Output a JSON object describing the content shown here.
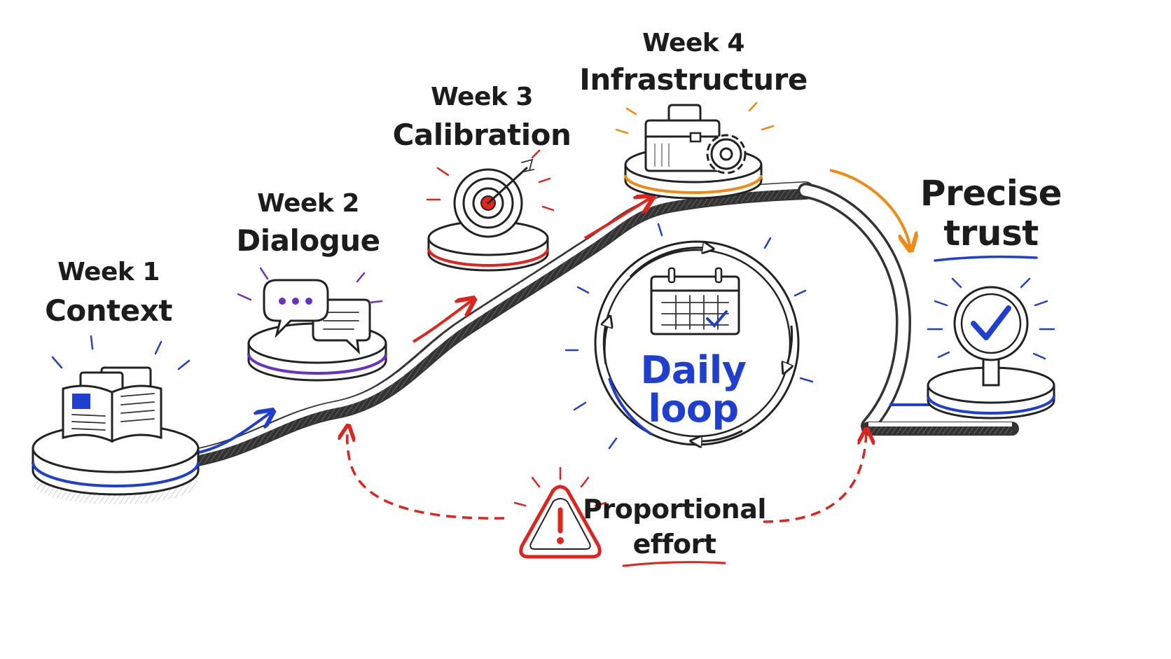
{
  "stages": [
    {
      "week": "Week 1",
      "name": "Context",
      "icon": "open-book-folder-icon",
      "accent": "#1f3fd1"
    },
    {
      "week": "Week 2",
      "name": "Dialogue",
      "icon": "speech-bubbles-icon",
      "accent": "#6a2fc4"
    },
    {
      "week": "Week 3",
      "name": "Calibration",
      "icon": "target-dart-icon",
      "accent": "#e0241c"
    },
    {
      "week": "Week 4",
      "name": "Infrastructure",
      "icon": "toolbox-gear-icon",
      "accent": "#f08a12"
    }
  ],
  "loop": {
    "line1": "Daily",
    "line2": "loop",
    "icon": "calendar-check-icon",
    "accent": "#1f3fd1"
  },
  "goal": {
    "line1": "Precise",
    "line2": "trust",
    "icon": "checkmark-sign-icon",
    "accent": "#1f3fd1"
  },
  "warning": {
    "line1": "Proportional",
    "line2": "effort",
    "icon": "warning-triangle-icon",
    "accent": "#e0241c"
  }
}
